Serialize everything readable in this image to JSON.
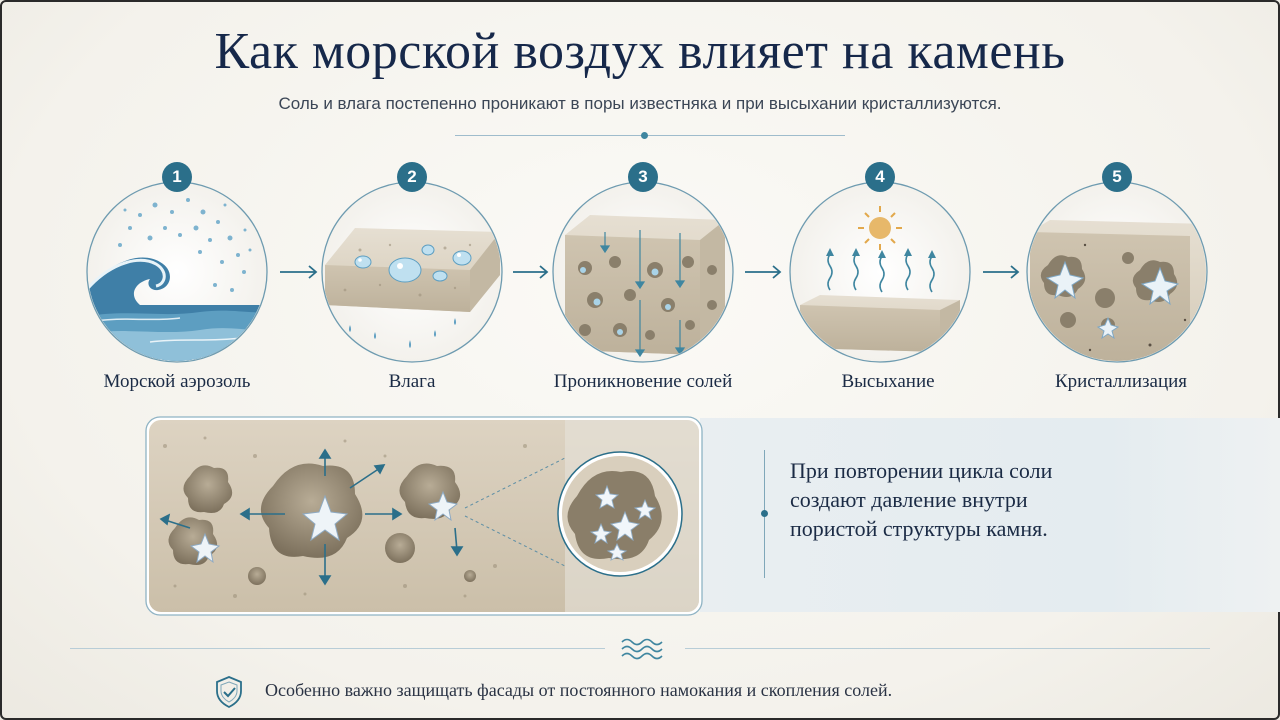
{
  "header": {
    "title": "Как морской воздух влияет на камень",
    "subtitle": "Соль и влага постепенно проникают в поры известняка и при высыхании кристаллизуются."
  },
  "steps": [
    {
      "number": "1",
      "label": "Морской аэрозоль",
      "icon": "sea-wave-icon"
    },
    {
      "number": "2",
      "label": "Влага",
      "icon": "moisture-stone-icon"
    },
    {
      "number": "3",
      "label": "Проникновение солей",
      "icon": "salt-penetration-icon"
    },
    {
      "number": "4",
      "label": "Высыхание",
      "icon": "drying-sun-icon"
    },
    {
      "number": "5",
      "label": "Кристаллизация",
      "icon": "crystallization-icon"
    }
  ],
  "detail": {
    "text": "При повторении цикла соли создают давление внутри пористой структуры камня."
  },
  "footer": {
    "text": "Особенно важно защищать фасады от постоянного намокания и скопления солей.",
    "icon": "shield-check-icon"
  },
  "colors": {
    "accent": "#2b6f8a",
    "title": "#16284a",
    "stone": "#d9d0bf"
  }
}
